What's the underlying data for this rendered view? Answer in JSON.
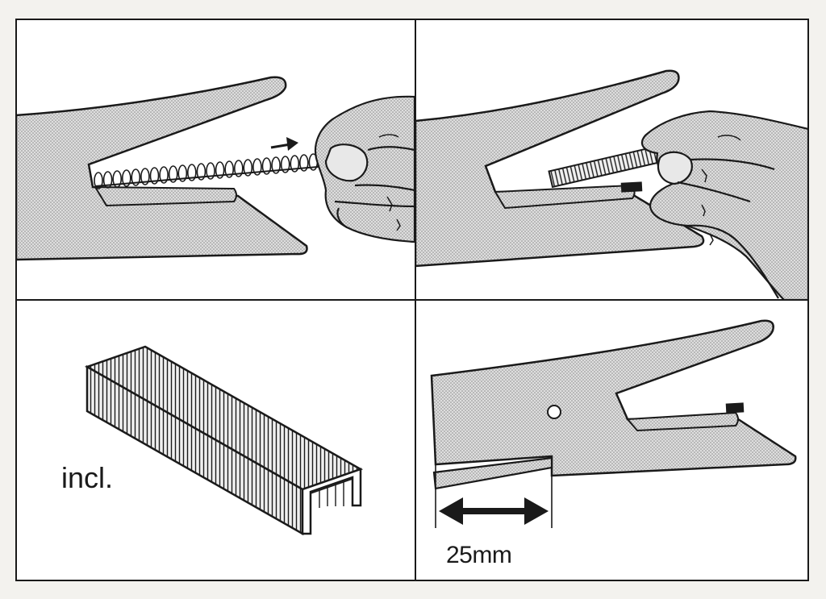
{
  "panels": [
    {
      "id": "step-1",
      "description": "spring"
    },
    {
      "id": "step-2",
      "description": "staples"
    },
    {
      "id": "staple-strip",
      "label": "incl."
    },
    {
      "id": "stapling-depth",
      "dimension": "25mm"
    }
  ],
  "colors": {
    "ink": "#1a1a1a",
    "paper": "#f3f2ee",
    "panel": "#ffffff",
    "shade": "#d4d4d4"
  }
}
